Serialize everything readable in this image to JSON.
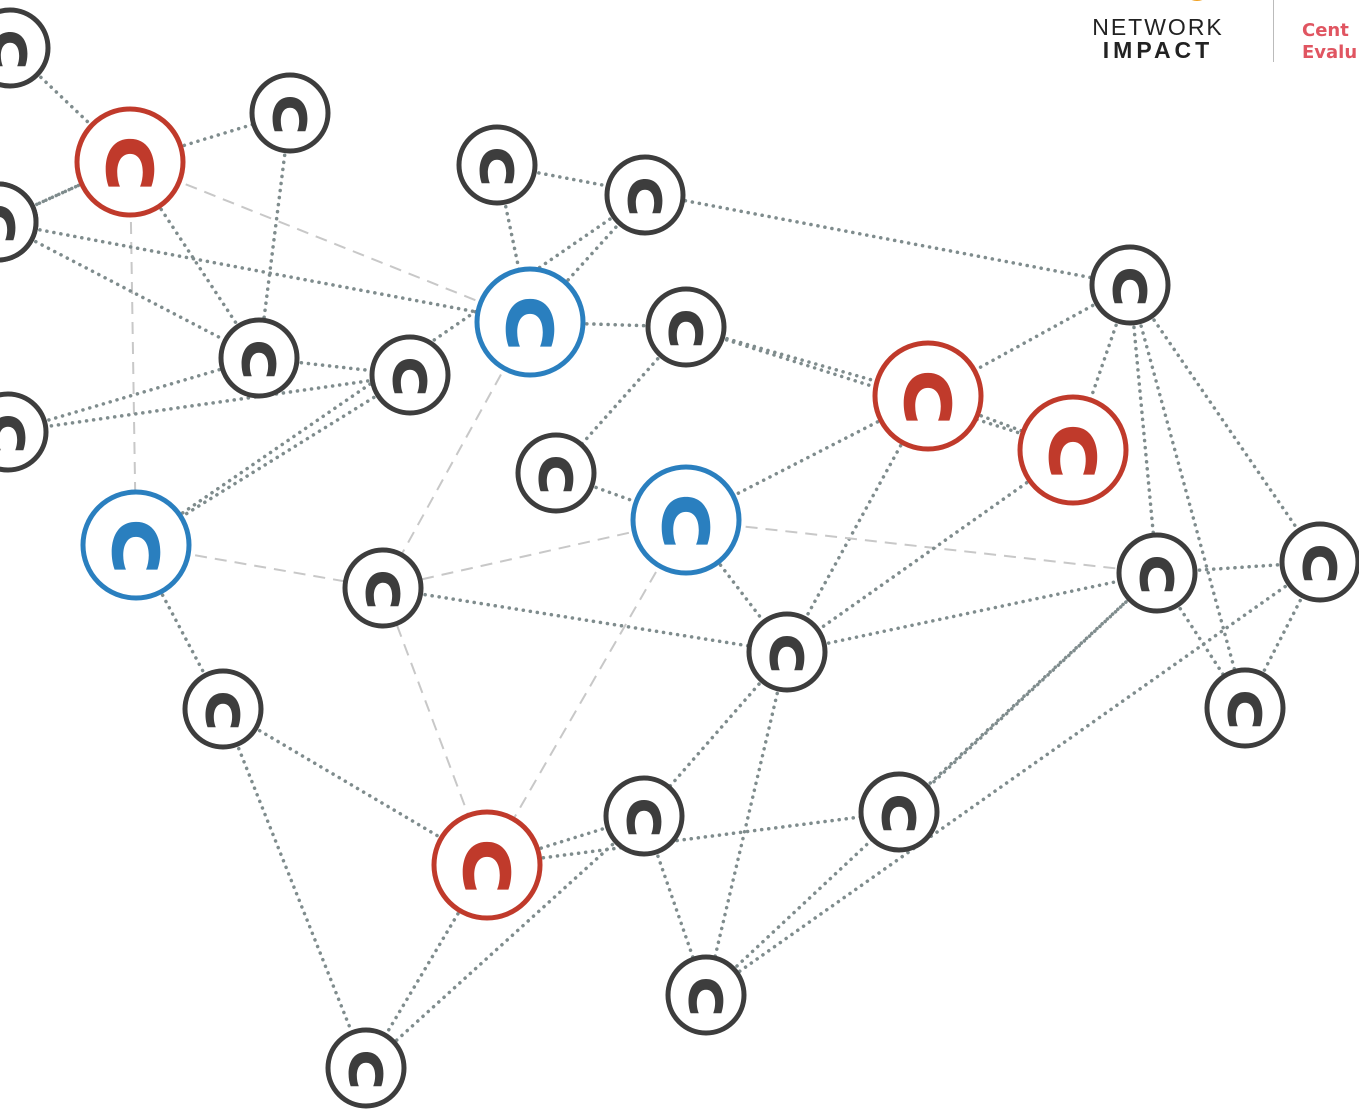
{
  "colors": {
    "red": "#c03a2b",
    "blue": "#2a7fbf",
    "dark": "#3d3d3d",
    "dotted_edge": "#7f8c8d",
    "dashed_edge": "#c8c8c8",
    "logo_accent_blue": "#2a7fbf",
    "logo_accent_orange": "#f0a020",
    "logo_side_text": "#e05561"
  },
  "logo": {
    "line1": "NETWORK",
    "line2": "IMPACT",
    "side_line1": "Cent",
    "side_line2": "Evalu"
  },
  "nodes": [
    {
      "id": "n1",
      "type": "dark",
      "icon": "person-icon"
    },
    {
      "id": "n2",
      "type": "red",
      "icon": "person-icon"
    },
    {
      "id": "n3",
      "type": "dark",
      "icon": "person-icon"
    },
    {
      "id": "n4",
      "type": "dark",
      "icon": "person-icon"
    },
    {
      "id": "n5",
      "type": "dark",
      "icon": "person-icon"
    },
    {
      "id": "n6",
      "type": "dark",
      "icon": "person-icon"
    },
    {
      "id": "n7",
      "type": "blue",
      "icon": "person-icon"
    },
    {
      "id": "n8",
      "type": "dark",
      "icon": "person-icon"
    },
    {
      "id": "n9",
      "type": "dark",
      "icon": "person-icon"
    },
    {
      "id": "n10",
      "type": "dark",
      "icon": "person-icon"
    },
    {
      "id": "n11",
      "type": "dark",
      "icon": "person-icon"
    },
    {
      "id": "n12",
      "type": "dark",
      "icon": "person-icon"
    },
    {
      "id": "n13",
      "type": "dark",
      "icon": "person-icon"
    },
    {
      "id": "n14",
      "type": "dark",
      "icon": "person-icon"
    },
    {
      "id": "n15",
      "type": "blue",
      "icon": "person-icon"
    },
    {
      "id": "n16",
      "type": "dark",
      "icon": "person-icon"
    },
    {
      "id": "n17",
      "type": "red",
      "icon": "person-icon"
    },
    {
      "id": "n18",
      "type": "blue",
      "icon": "person-icon"
    },
    {
      "id": "n19",
      "type": "red",
      "icon": "person-icon"
    },
    {
      "id": "n20",
      "type": "dark",
      "icon": "person-icon"
    },
    {
      "id": "n21",
      "type": "dark",
      "icon": "person-icon"
    },
    {
      "id": "n22",
      "type": "dark",
      "icon": "person-icon"
    },
    {
      "id": "n23",
      "type": "dark",
      "icon": "person-icon"
    },
    {
      "id": "n24",
      "type": "dark",
      "icon": "person-icon"
    },
    {
      "id": "n25",
      "type": "dark",
      "icon": "person-icon"
    },
    {
      "id": "n26",
      "type": "red",
      "icon": "person-icon"
    },
    {
      "id": "n27",
      "type": "dark",
      "icon": "person-icon"
    },
    {
      "id": "n28",
      "type": "dark",
      "icon": "person-icon"
    },
    {
      "id": "n29",
      "type": "dark",
      "icon": "person-icon"
    }
  ],
  "edges": [
    {
      "from": "n1",
      "to": "n2",
      "style": "dotted"
    },
    {
      "from": "n2",
      "to": "n3",
      "style": "dotted"
    },
    {
      "from": "n2",
      "to": "n4",
      "style": "dotted"
    },
    {
      "from": "n2",
      "to": "n9",
      "style": "dotted"
    },
    {
      "from": "n2",
      "to": "n15",
      "style": "dashed"
    },
    {
      "from": "n2",
      "to": "n7",
      "style": "dashed"
    },
    {
      "from": "n3",
      "to": "n9",
      "style": "dotted"
    },
    {
      "from": "n5",
      "to": "n9",
      "style": "dotted"
    },
    {
      "from": "n5",
      "to": "n7",
      "style": "dotted"
    },
    {
      "from": "n6",
      "to": "n7",
      "style": "dotted"
    },
    {
      "from": "n7",
      "to": "n10",
      "style": "dotted"
    },
    {
      "from": "n7",
      "to": "n8",
      "style": "dotted"
    },
    {
      "from": "n7",
      "to": "n16",
      "style": "dashed"
    },
    {
      "from": "n6",
      "to": "n11",
      "style": "dotted"
    },
    {
      "from": "n9",
      "to": "n12",
      "style": "dotted"
    },
    {
      "from": "n12",
      "to": "n14",
      "style": "dotted"
    },
    {
      "from": "n12",
      "to": "n15",
      "style": "dotted"
    },
    {
      "from": "n8",
      "to": "n15",
      "style": "dotted"
    },
    {
      "from": "n15",
      "to": "n16",
      "style": "dashed"
    },
    {
      "from": "n15",
      "to": "n21",
      "style": "dotted"
    },
    {
      "from": "n10",
      "to": "n13",
      "style": "dotted"
    },
    {
      "from": "n10",
      "to": "n17",
      "style": "dotted"
    },
    {
      "from": "n10",
      "to": "n19",
      "style": "dotted"
    },
    {
      "from": "n11",
      "to": "n19",
      "style": "dotted"
    },
    {
      "from": "n11",
      "to": "n17",
      "style": "dotted"
    },
    {
      "from": "n11",
      "to": "n24",
      "style": "dotted"
    },
    {
      "from": "n11",
      "to": "n23",
      "style": "dotted"
    },
    {
      "from": "n11",
      "to": "n20",
      "style": "dotted"
    },
    {
      "from": "n17",
      "to": "n19",
      "style": "dotted"
    },
    {
      "from": "n17",
      "to": "n18",
      "style": "dotted"
    },
    {
      "from": "n17",
      "to": "n22",
      "style": "dotted"
    },
    {
      "from": "n13",
      "to": "n18",
      "style": "dotted"
    },
    {
      "from": "n16",
      "to": "n18",
      "style": "dashed"
    },
    {
      "from": "n16",
      "to": "n22",
      "style": "dotted"
    },
    {
      "from": "n16",
      "to": "n26",
      "style": "dashed"
    },
    {
      "from": "n18",
      "to": "n22",
      "style": "dotted"
    },
    {
      "from": "n18",
      "to": "n23",
      "style": "dashed"
    },
    {
      "from": "n18",
      "to": "n26",
      "style": "dashed"
    },
    {
      "from": "n19",
      "to": "n22",
      "style": "dotted"
    },
    {
      "from": "n22",
      "to": "n23",
      "style": "dotted"
    },
    {
      "from": "n22",
      "to": "n28",
      "style": "dotted"
    },
    {
      "from": "n23",
      "to": "n20",
      "style": "dotted"
    },
    {
      "from": "n23",
      "to": "n24",
      "style": "dotted"
    },
    {
      "from": "n23",
      "to": "n27",
      "style": "dotted"
    },
    {
      "from": "n24",
      "to": "n20",
      "style": "dotted"
    },
    {
      "from": "n20",
      "to": "n27",
      "style": "dotted"
    },
    {
      "from": "n21",
      "to": "n26",
      "style": "dotted"
    },
    {
      "from": "n21",
      "to": "n29",
      "style": "dotted"
    },
    {
      "from": "n26",
      "to": "n25",
      "style": "dotted"
    },
    {
      "from": "n26",
      "to": "n28",
      "style": "dotted"
    },
    {
      "from": "n26",
      "to": "n29",
      "style": "dotted"
    },
    {
      "from": "n25",
      "to": "n23",
      "style": "dotted"
    },
    {
      "from": "n28",
      "to": "n29",
      "style": "dotted"
    },
    {
      "from": "n28",
      "to": "n27",
      "style": "dotted"
    },
    {
      "from": "n22",
      "to": "n27",
      "style": "dotted"
    },
    {
      "from": "n14",
      "to": "n9",
      "style": "dotted"
    },
    {
      "from": "n4",
      "to": "n2",
      "style": "dotted"
    }
  ]
}
